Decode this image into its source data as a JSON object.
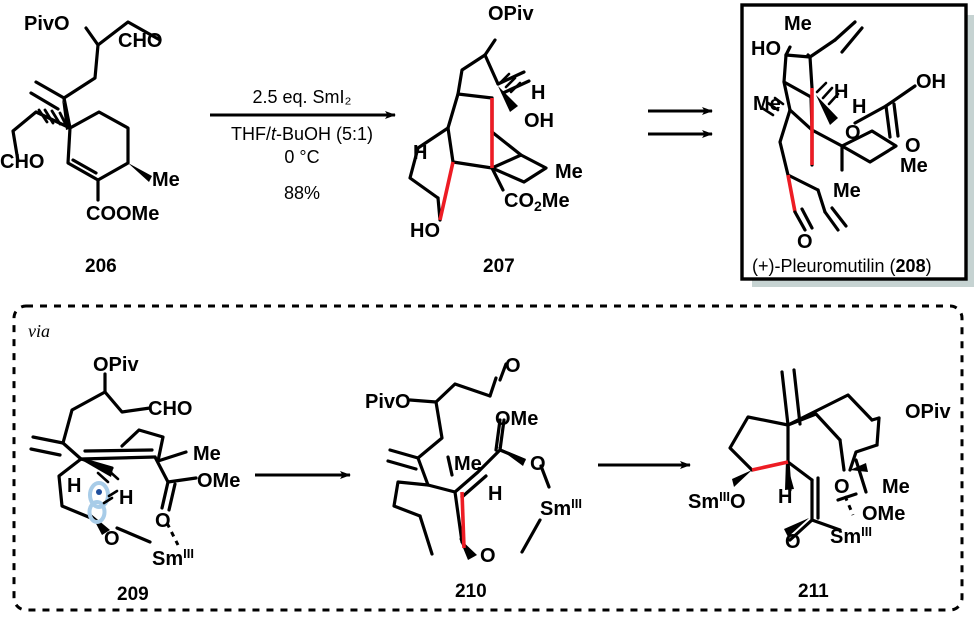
{
  "scheme": {
    "title": "SmI2 radical cyclization cascade toward (+)-Pleuromutilin",
    "colors": {
      "bond_black": "#000000",
      "bond_red": "#ED1C24",
      "orbital_blue": "#a8cce8",
      "radical_dot": "#1f4e9c",
      "box_shadow": "#c6d3d2",
      "background": "#ffffff"
    }
  },
  "reaction": {
    "conditions_above": "2.5 eq. SmI₂",
    "conditions_below_1_pre": "THF/",
    "conditions_below_1_ital": "t",
    "conditions_below_1_post": "-BuOH (5:1)",
    "conditions_below_2": "0 °C",
    "yield": "88%"
  },
  "compound_206": {
    "number": "206",
    "labels": {
      "opiv": "PivO",
      "cho_top": "CHO",
      "cho_left": "CHO",
      "me": "Me",
      "coome": "COOMe"
    }
  },
  "compound_207": {
    "number": "207",
    "labels": {
      "opiv": "OPiv",
      "h_top": "H",
      "oh": "OH",
      "h_left": "H",
      "me": "Me",
      "co2me_pre": "CO",
      "co2me_sub": "2",
      "co2me_post": "Me",
      "ho": "HO"
    }
  },
  "compound_208": {
    "number": "208",
    "caption_pre": "(+)-Pleuromutilin (",
    "caption_num": "208",
    "caption_post": ")",
    "labels": {
      "me_top": "Me",
      "ho": "HO",
      "me_left": "Me",
      "h_1": "H",
      "h_2": "H",
      "o_ester": "O",
      "oh": "OH",
      "o_carbonyl": "O",
      "me_right": "Me",
      "me_bottom": "Me",
      "o_ketone": "O"
    }
  },
  "via_box": {
    "via_label": "via"
  },
  "compound_209": {
    "number": "209",
    "labels": {
      "opiv": "OPiv",
      "cho": "CHO",
      "me": "Me",
      "ome": "OMe",
      "h_left": "H",
      "h_right": "H",
      "o_carbonyl": "O",
      "o_lower": "O",
      "sm_pre": "Sm",
      "sm_sup": "III"
    }
  },
  "compound_210": {
    "number": "210",
    "labels": {
      "pivo": "PivO",
      "o_aldehyde": "O",
      "ome": "OMe",
      "me": "Me",
      "h": "H",
      "o_upper": "O",
      "o_lower": "O",
      "sm_pre": "Sm",
      "sm_sup": "III"
    }
  },
  "compound_211": {
    "number": "211",
    "labels": {
      "opiv": "OPiv",
      "sm_o_pre": "Sm",
      "sm_o_sup": "III",
      "sm_o_post": "O",
      "h": "H",
      "me": "Me",
      "o_upper": "O",
      "ome": "OMe",
      "o_lower": "O",
      "sm_pre": "Sm",
      "sm_sup": "III"
    }
  }
}
